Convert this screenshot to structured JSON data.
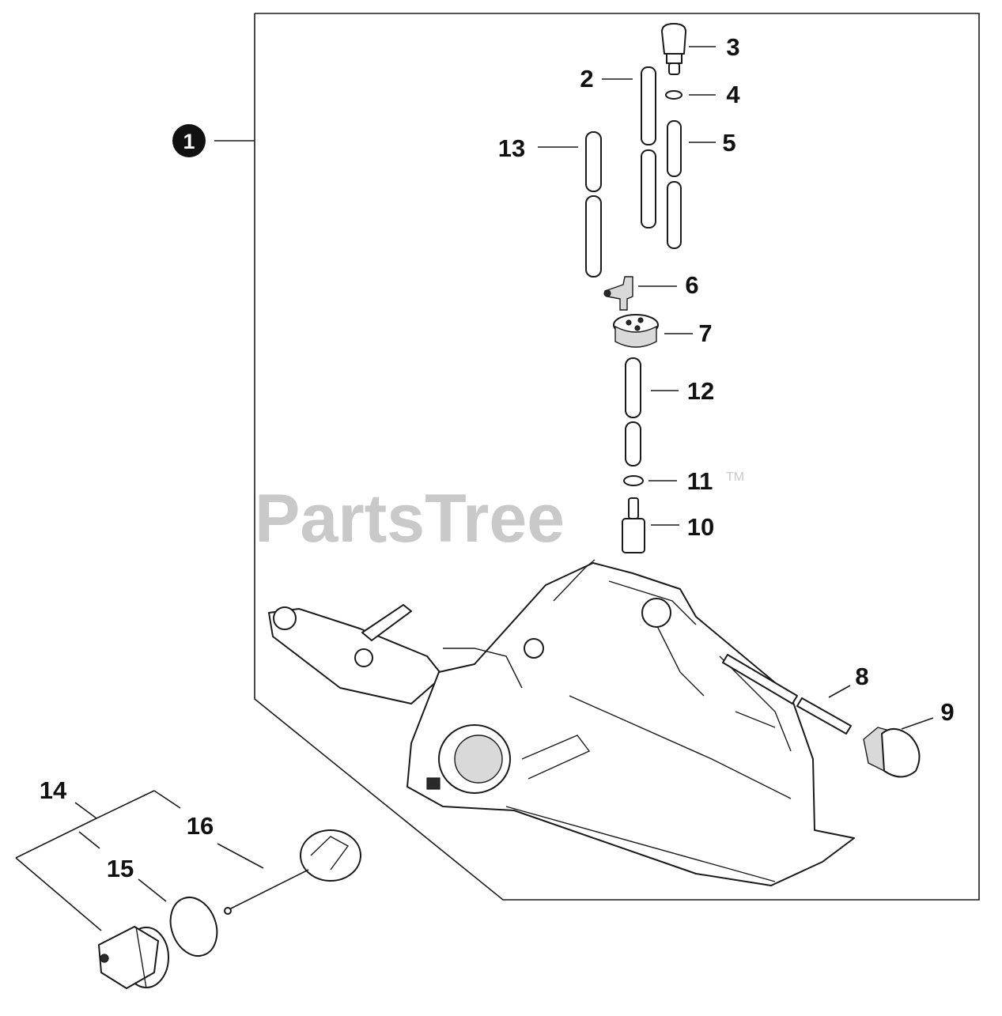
{
  "diagram": {
    "assembly_badge": "1",
    "watermark": {
      "text": "PartsTree",
      "tm": "TM"
    },
    "callouts": [
      {
        "id": "2",
        "label": "2"
      },
      {
        "id": "3",
        "label": "3"
      },
      {
        "id": "4",
        "label": "4"
      },
      {
        "id": "5",
        "label": "5"
      },
      {
        "id": "6",
        "label": "6"
      },
      {
        "id": "7",
        "label": "7"
      },
      {
        "id": "8",
        "label": "8"
      },
      {
        "id": "9",
        "label": "9"
      },
      {
        "id": "10",
        "label": "10"
      },
      {
        "id": "11",
        "label": "11"
      },
      {
        "id": "12",
        "label": "12"
      },
      {
        "id": "13",
        "label": "13"
      },
      {
        "id": "14",
        "label": "14"
      },
      {
        "id": "15",
        "label": "15"
      },
      {
        "id": "16",
        "label": "16"
      }
    ]
  }
}
